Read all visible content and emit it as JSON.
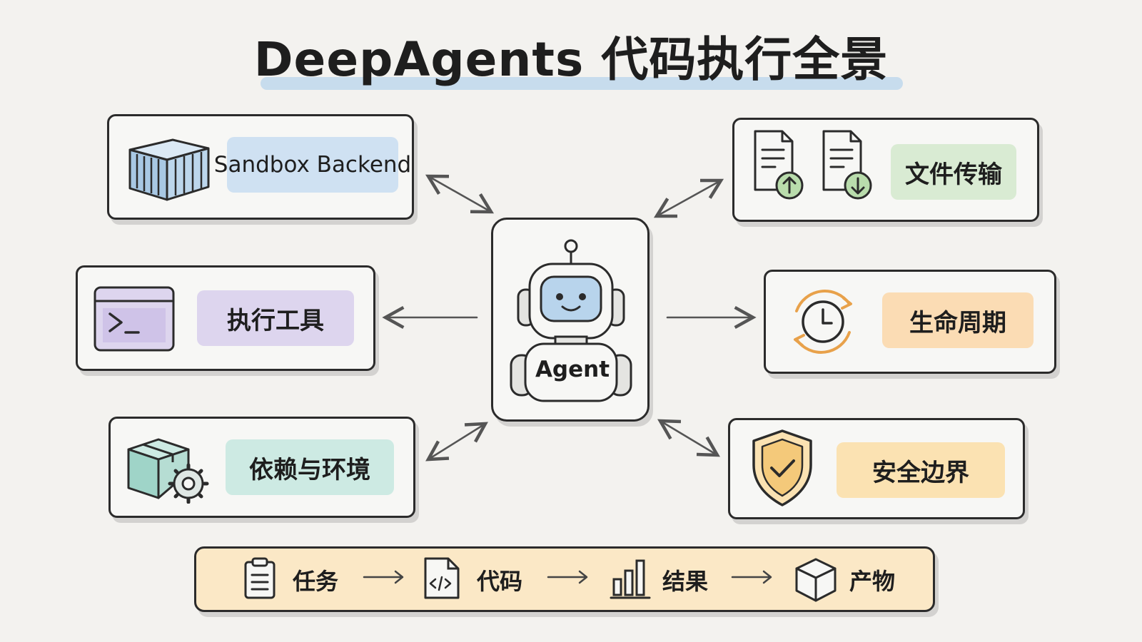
{
  "title": "DeepAgents 代码执行全景",
  "hub": {
    "label": "Agent",
    "icon": "robot-icon"
  },
  "modules": {
    "sandbox": {
      "label": "Sandbox Backend",
      "icon": "container-icon",
      "color": "#cfe1f2"
    },
    "exec": {
      "label": "执行工具",
      "icon": "terminal-icon",
      "color": "#ddd5ee"
    },
    "deps": {
      "label": "依赖与环境",
      "icon": "package-gear-icon",
      "color": "#cdeae3"
    },
    "transfer": {
      "label": "文件传输",
      "icon": "file-upload-download-icon",
      "color": "#d9ebd3"
    },
    "lifecycle": {
      "label": "生命周期",
      "icon": "clock-cycle-icon",
      "color": "#fbdcb4"
    },
    "security": {
      "label": "安全边界",
      "icon": "shield-check-icon",
      "color": "#fbe2b2"
    }
  },
  "flow": {
    "steps": [
      {
        "label": "任务",
        "icon": "clipboard-icon"
      },
      {
        "label": "代码",
        "icon": "code-file-icon"
      },
      {
        "label": "结果",
        "icon": "bar-chart-icon"
      },
      {
        "label": "产物",
        "icon": "cube-icon"
      }
    ],
    "background": "#fbe8c6"
  }
}
